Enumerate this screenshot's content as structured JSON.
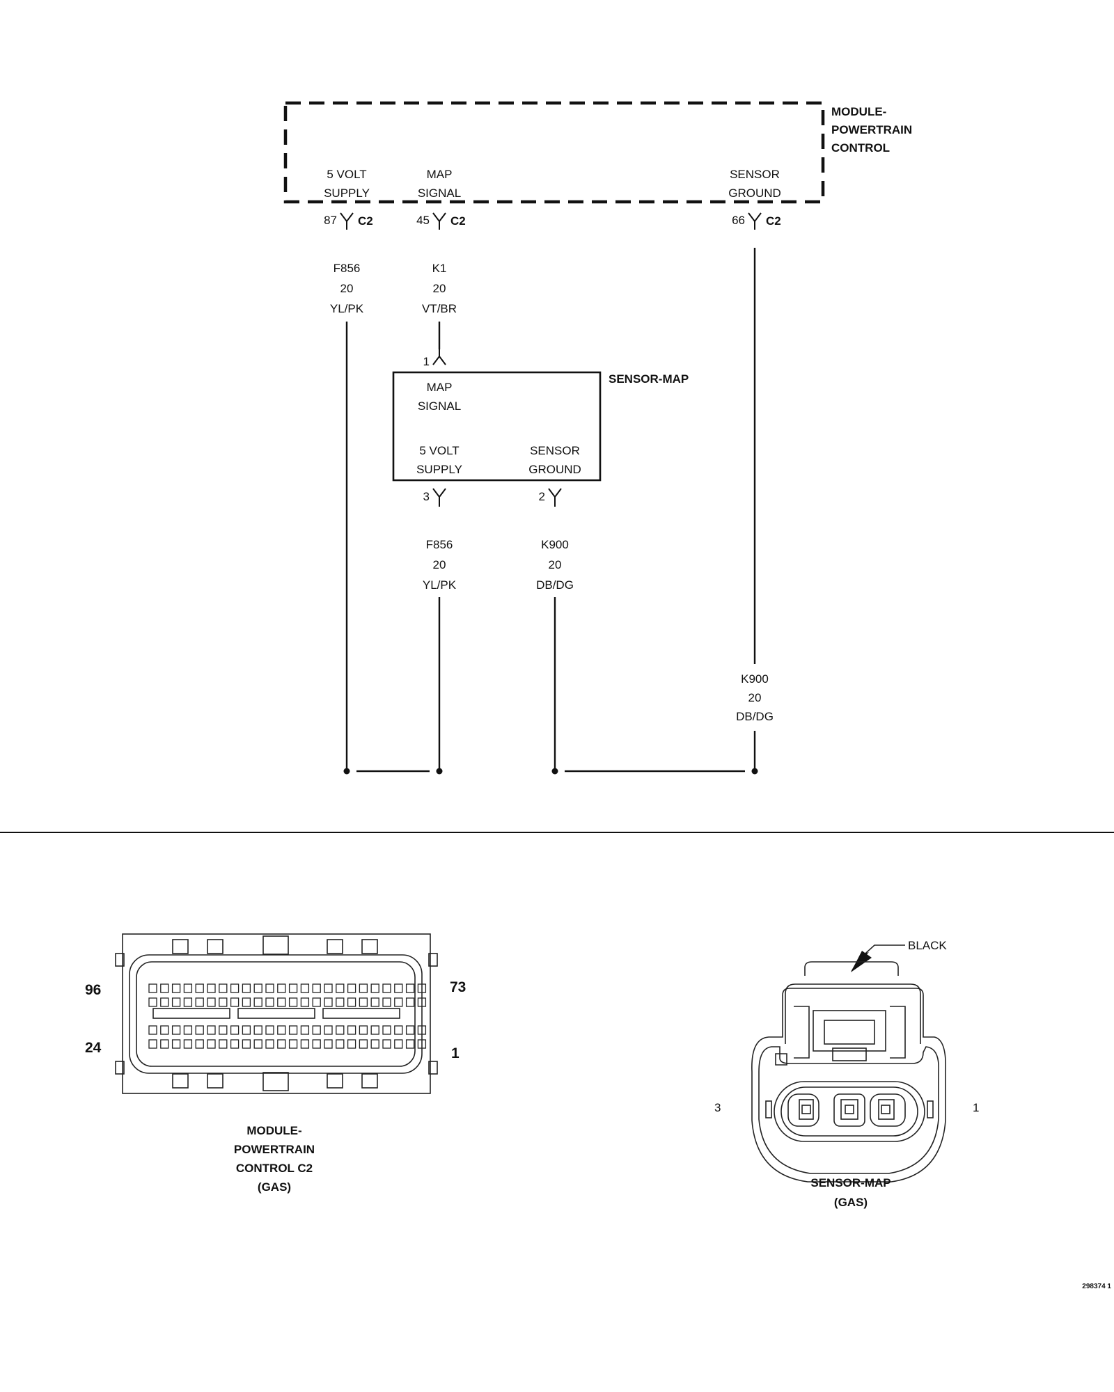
{
  "pcm_module": {
    "title_lines": [
      "MODULE-",
      "POWERTRAIN",
      "CONTROL"
    ],
    "terminals": [
      {
        "label1": "5 VOLT",
        "label2": "SUPPLY",
        "pin": "87",
        "connector": "C2",
        "wire": {
          "circuit": "F856",
          "gauge": "20",
          "color": "YL/PK"
        }
      },
      {
        "label1": "MAP",
        "label2": "SIGNAL",
        "pin": "45",
        "connector": "C2",
        "wire": {
          "circuit": "K1",
          "gauge": "20",
          "color": "VT/BR"
        }
      },
      {
        "label1": "SENSOR",
        "label2": "GROUND",
        "pin": "66",
        "connector": "C2",
        "wire": {
          "circuit": "K900",
          "gauge": "20",
          "color": "DB/DG"
        }
      }
    ]
  },
  "map_sensor": {
    "title": "SENSOR-MAP",
    "signal_pin": "1",
    "signal_label1": "MAP",
    "signal_label2": "SIGNAL",
    "supply_label1": "5 VOLT",
    "supply_label2": "SUPPLY",
    "supply_pin": "3",
    "supply_wire": {
      "circuit": "F856",
      "gauge": "20",
      "color": "YL/PK"
    },
    "ground_label1": "SENSOR",
    "ground_label2": "GROUND",
    "ground_pin": "2",
    "ground_wire": {
      "circuit": "K900",
      "gauge": "20",
      "color": "DB/DG"
    }
  },
  "pcm_connector_view": {
    "pin_top_left": "96",
    "pin_top_right": "73",
    "pin_bottom_left": "24",
    "pin_bottom_right": "1",
    "caption_lines": [
      "MODULE-",
      "POWERTRAIN",
      "CONTROL C2",
      "(GAS)"
    ]
  },
  "map_connector_view": {
    "color_callout": "BLACK",
    "pin_left": "3",
    "pin_right": "1",
    "caption_lines": [
      "SENSOR-MAP",
      "(GAS)"
    ]
  },
  "figure_id": "298374 1"
}
